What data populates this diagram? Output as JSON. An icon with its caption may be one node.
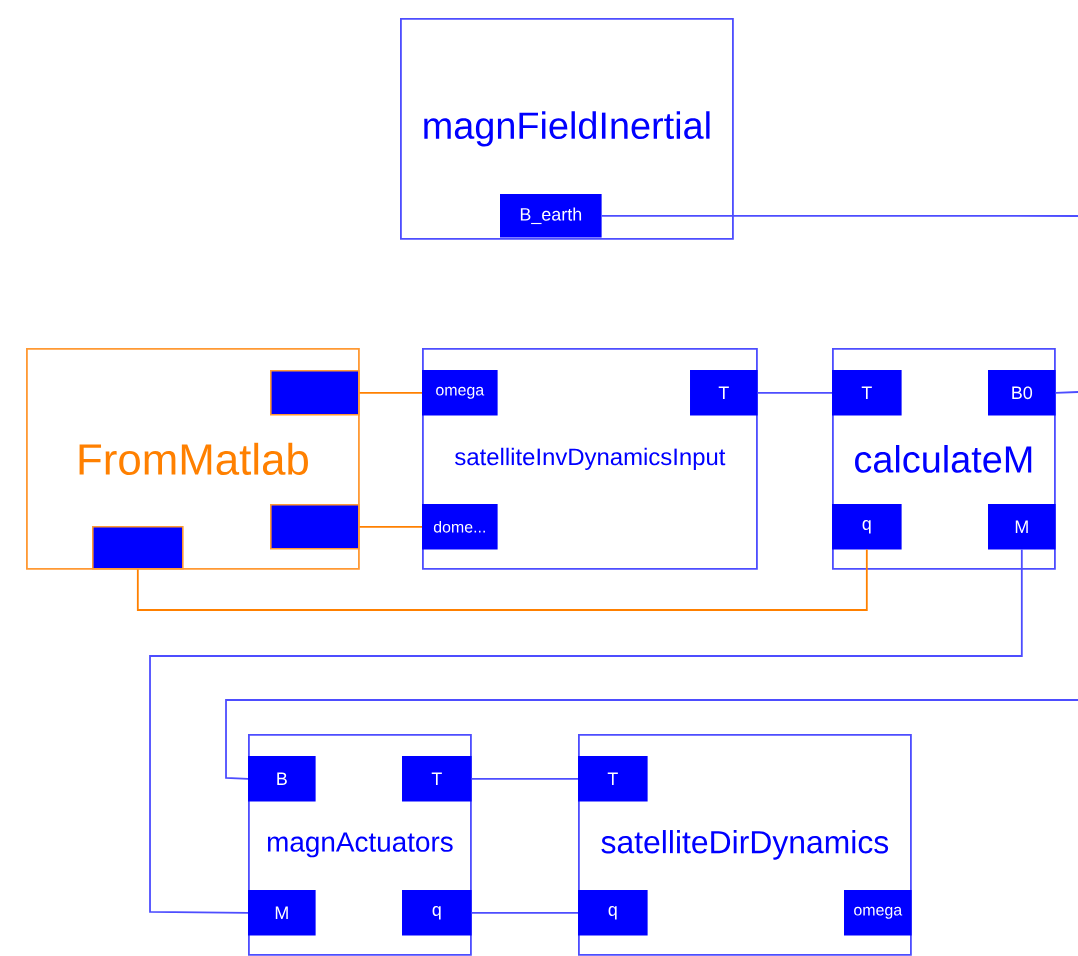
{
  "diagram": {
    "nodes": [
      {
        "text": [
          "magnFieldInertial"
        ]
      },
      {
        "text": [
          "B_earth"
        ],
        "in": 0
      },
      {
        "text": [
          "FromMatlab"
        ]
      },
      {
        "text": [],
        "shape": "box",
        "in": 2
      },
      {
        "text": [],
        "shape": "box",
        "in": 2
      },
      {
        "text": [],
        "shape": "box",
        "in": 2
      },
      {
        "text": [
          "satelliteInvDynamicsInput"
        ]
      },
      {
        "text": [
          "omega"
        ],
        "in": 6
      },
      {
        "text": [
          "dome..."
        ],
        "in": 6
      },
      {
        "text": [
          "T"
        ],
        "in": 6
      },
      {
        "text": [
          "calculateM"
        ]
      },
      {
        "text": [
          "T"
        ],
        "in": 10
      },
      {
        "text": [
          "B0"
        ],
        "in": 10
      },
      {
        "text": [
          "q"
        ],
        "in": 10
      },
      {
        "text": [
          "M"
        ],
        "in": 10
      },
      {
        "text": [
          "magnActuators"
        ]
      },
      {
        "text": [
          "B"
        ],
        "in": 15
      },
      {
        "text": [
          "T"
        ],
        "in": 15
      },
      {
        "text": [
          "M"
        ],
        "in": 15
      },
      {
        "text": [
          "q"
        ],
        "in": 15
      },
      {
        "text": [
          "satelliteDirDynamics"
        ]
      },
      {
        "text": [
          "T"
        ],
        "in": 20
      },
      {
        "text": [
          "q"
        ],
        "in": 20
      },
      {
        "text": [
          "omega"
        ],
        "in": 20
      }
    ],
    "edges": [
      {
        "from": 1,
        "to": null,
        "arrow": "none"
      },
      {
        "from": 3,
        "to": 7,
        "arrow": "none",
        "color": "#ff8000"
      },
      {
        "from": 4,
        "to": 8,
        "arrow": "none",
        "color": "#ff8000"
      },
      {
        "from": 5,
        "to": 13,
        "arrow": "none",
        "color": "#ff8000"
      },
      {
        "from": 9,
        "to": 11,
        "arrow": "none"
      },
      {
        "from": 12,
        "to": null,
        "arrow": "none"
      },
      {
        "from": 14,
        "to": 18,
        "arrow": "none"
      },
      {
        "from": null,
        "to": 16,
        "arrow": "none"
      },
      {
        "from": 17,
        "to": 21,
        "arrow": "none"
      },
      {
        "from": 19,
        "to": 22,
        "arrow": "none"
      }
    ]
  }
}
